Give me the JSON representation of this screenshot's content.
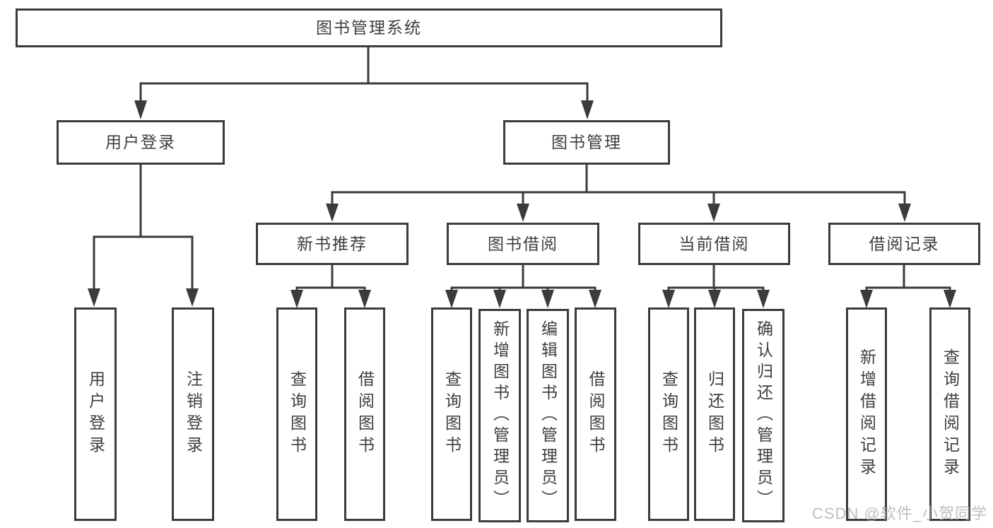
{
  "diagram": {
    "root": "图书管理系统",
    "branches": [
      {
        "label": "用户登录",
        "children": [
          "用户登录",
          "注销登录"
        ]
      },
      {
        "label": "图书管理",
        "children": [
          {
            "label": "新书推荐",
            "children": [
              "查询图书",
              "借阅图书"
            ]
          },
          {
            "label": "图书借阅",
            "children": [
              "查询图书",
              "新增图书（管理员）",
              "编辑图书（管理员）",
              "借阅图书"
            ]
          },
          {
            "label": "当前借阅",
            "children": [
              "查询图书",
              "归还图书",
              "确认归还（管理员）"
            ]
          },
          {
            "label": "借阅记录",
            "children": [
              "新增借阅记录",
              "查询借阅记录"
            ]
          }
        ]
      }
    ],
    "colors": {
      "line": "#3b3b3b",
      "text": "#3e3e3e",
      "background": "#ffffff",
      "watermark": "#a9a9a9"
    },
    "watermark": "CSDN @软件_小贺同学"
  }
}
